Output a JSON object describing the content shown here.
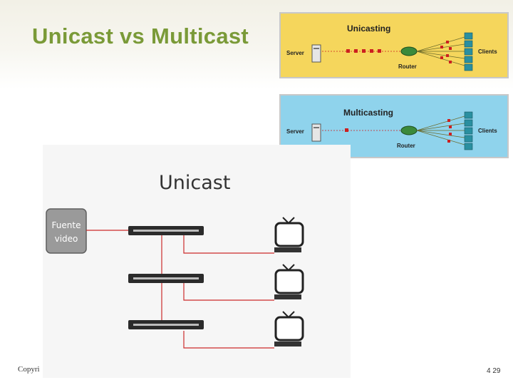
{
  "slide": {
    "title": "Unicast vs Multicast",
    "copyright": "Copyri",
    "page_number": "4 29"
  },
  "unicasting_panel": {
    "heading": "Unicasting",
    "server_label": "Server",
    "router_label": "Router",
    "clients_label": "Clients",
    "background_color": "#f5d65c"
  },
  "multicasting_panel": {
    "heading": "Multicasting",
    "server_label": "Server",
    "router_label": "Router",
    "clients_label": "Clients",
    "background_color": "#8fd3ec"
  },
  "unicast_photo": {
    "heading": "Unicast",
    "source_label_line1": "Fuente",
    "source_label_line2": "video"
  },
  "colors": {
    "title": "#7a9a38",
    "data_packet": "#cc1f1f",
    "router": "#3b8a3b",
    "client": "#2a8fa0"
  }
}
